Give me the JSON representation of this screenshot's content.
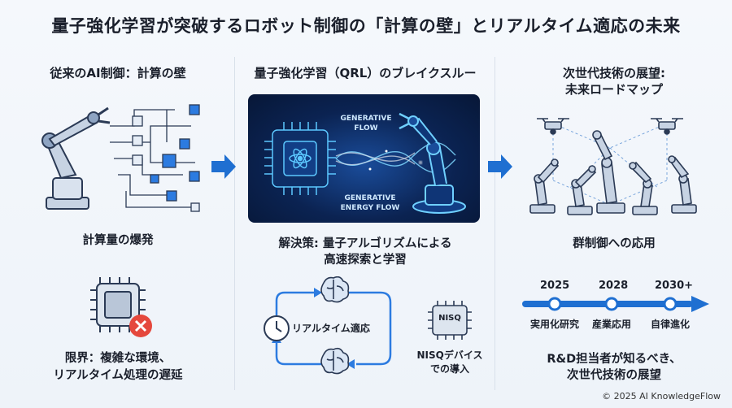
{
  "title": "量子強化学習が突破するロボット制御の「計算の壁」とリアルタイム適応の未来",
  "left": {
    "heading": "従来のAI制御：計算の壁",
    "caption_top": "計算量の爆発",
    "caption_bottom_line1": "限界：複雑な環境、",
    "caption_bottom_line2": "リアルタイム処理の遅延"
  },
  "center": {
    "heading": "量子強化学習（QRL）のブレイクスルー",
    "panel_label_top_1": "GENERATIVE",
    "panel_label_top_2": "FLOW",
    "panel_label_bottom_1": "GENERATIVE",
    "panel_label_bottom_2": "ENERGY FLOW",
    "caption_line1": "解決策: 量子アルゴリズムによる",
    "caption_line2": "高速探索と学習",
    "loop_label": "リアルタイム適応",
    "chip_label": "NISQ",
    "nisq_line1": "NISQデバイス",
    "nisq_line2": "での導入"
  },
  "right": {
    "heading_line1": "次世代技術の展望:",
    "heading_line2": "未来ロードマップ",
    "caption_top": "群制御への応用",
    "roadmap": [
      {
        "year": "2025",
        "label": "実用化研究"
      },
      {
        "year": "2028",
        "label": "産業応用"
      },
      {
        "year": "2030+",
        "label": "自律進化"
      }
    ],
    "caption_bottom_line1": "R&D担当者が知るべき、",
    "caption_bottom_line2": "次世代技術の展望"
  },
  "footer": "© 2025 AI KnowledgeFlow",
  "colors": {
    "accent": "#1f6fd1",
    "dark_panel": "#0a1f44",
    "red": "#e5483d"
  }
}
